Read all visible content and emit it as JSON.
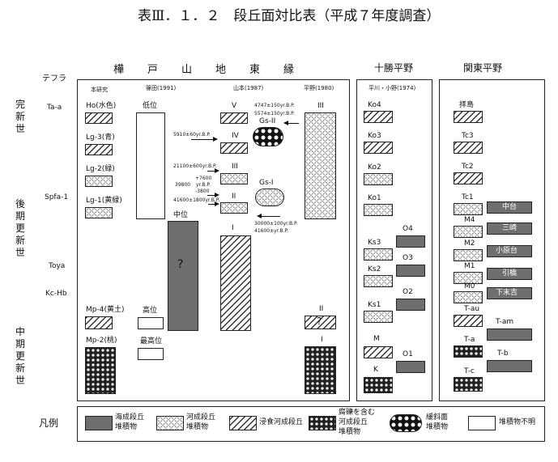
{
  "title": "表Ⅲ．１．２　段丘面対比表（平成７年度調査）",
  "tephra_header": "テフラ",
  "regions": {
    "kabato": "樺　　戸　　山　　地　　東　　縁",
    "tokachi": "十勝平野",
    "kanto": "関東平野"
  },
  "sources": {
    "honken": "本研究",
    "shinoda": "篠田(1991)",
    "yamamoto": "山本(1987)",
    "hirano": "平野(1980)",
    "hiraku": "平川・小野(1974)"
  },
  "epochs": {
    "holocene": "完新世",
    "late_pleistocene": "後期更新世",
    "middle_pleistocene": "中期更新世"
  },
  "tephra": [
    "Ta-a",
    "Spfa-1",
    "Toya",
    "Kc-Hb"
  ],
  "honken_units": [
    "Ho(水色)",
    "Lg-3(青)",
    "Lg-2(緑)",
    "Lg-1(黄緑)",
    "Mp-4(黄土)",
    "Mp-2(桃)"
  ],
  "shinoda_units": [
    "低位",
    "中位",
    "高位",
    "最高位"
  ],
  "yamamoto_units": [
    "V",
    "IV",
    "III",
    "II",
    "I",
    "Gs-II",
    "Gs-I"
  ],
  "yamamoto_dates": {
    "d1": "4747±150yr.B.P.",
    "d2": "5574±150yr.B.P.",
    "d3": "5910±60yr.B.P.",
    "d4": "21100±600yr.B.P.",
    "d5a": "+7600",
    "d5b": "39800",
    "d5c": "-3800",
    "d5d": "yr.B.P.",
    "d6": "41600±1800yr.B.P.",
    "d7": "30000±100yr.B.P.",
    "d8": "41600±yr.B.P."
  },
  "hirano_units": [
    "III",
    "II",
    "?",
    "I"
  ],
  "tokachi_units": [
    "Ko4",
    "Ko3",
    "Ko2",
    "Ko1",
    "Ks3",
    "Ks2",
    "Ks1",
    "M",
    "K",
    "O4",
    "O3",
    "O2",
    "O1"
  ],
  "kanto_units": [
    "拝島",
    "Tc3",
    "Tc2",
    "Tc1",
    "M4",
    "M2",
    "M1",
    "M0",
    "T-au",
    "T-a",
    "T-c",
    "中台",
    "三崎",
    "小原台",
    "引橋",
    "下末吉",
    "T-am",
    "T-b"
  ],
  "question_mark": "?",
  "legend": {
    "title": "凡例",
    "items": [
      {
        "line1": "海成段丘",
        "line2": "堆積物",
        "pattern": "marine"
      },
      {
        "line1": "河成段丘",
        "line2": "堆積物",
        "pattern": "fluvial"
      },
      {
        "line1": "浸食河成段丘",
        "line2": "",
        "pattern": "erosion"
      },
      {
        "line1": "腐礫を含む",
        "line2": "河成段丘",
        "line3": "堆積物",
        "pattern": "gravel"
      },
      {
        "line1": "緩斜面",
        "line2": "堆積物",
        "pattern": "fan"
      },
      {
        "line1": "堆積物不明",
        "line2": "",
        "pattern": "blank"
      }
    ]
  }
}
